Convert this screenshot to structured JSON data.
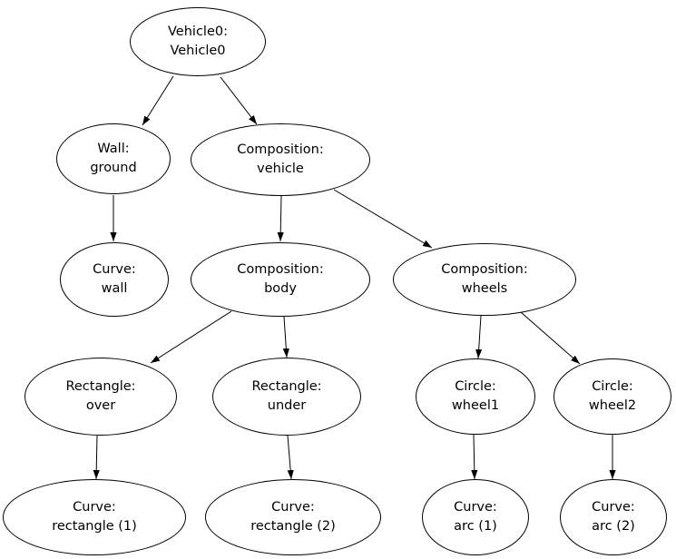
{
  "diagram": {
    "type": "graph-tree",
    "background_color": "#ffffff",
    "node_fill_color": "#ffffff",
    "node_stroke_color": "#000000",
    "edge_color": "#000000",
    "text_color": "#000000",
    "nodes": [
      {
        "id": "vehicle0",
        "line1": "Vehicle0:",
        "line2": "Vehicle0"
      },
      {
        "id": "wall-ground",
        "line1": "Wall:",
        "line2": "ground"
      },
      {
        "id": "composition-vehicle",
        "line1": "Composition:",
        "line2": "vehicle"
      },
      {
        "id": "curve-wall",
        "line1": "Curve:",
        "line2": "wall"
      },
      {
        "id": "composition-body",
        "line1": "Composition:",
        "line2": "body"
      },
      {
        "id": "composition-wheels",
        "line1": "Composition:",
        "line2": "wheels"
      },
      {
        "id": "rectangle-over",
        "line1": "Rectangle:",
        "line2": "over"
      },
      {
        "id": "rectangle-under",
        "line1": "Rectangle:",
        "line2": "under"
      },
      {
        "id": "circle-wheel1",
        "line1": "Circle:",
        "line2": "wheel1"
      },
      {
        "id": "circle-wheel2",
        "line1": "Circle:",
        "line2": "wheel2"
      },
      {
        "id": "curve-rectangle-1",
        "line1": "Curve:",
        "line2": "rectangle (1)"
      },
      {
        "id": "curve-rectangle-2",
        "line1": "Curve:",
        "line2": "rectangle (2)"
      },
      {
        "id": "curve-arc-1",
        "line1": "Curve:",
        "line2": "arc (1)"
      },
      {
        "id": "curve-arc-2",
        "line1": "Curve:",
        "line2": "arc (2)"
      }
    ],
    "edges": [
      {
        "from": "vehicle0",
        "to": "wall-ground"
      },
      {
        "from": "vehicle0",
        "to": "composition-vehicle"
      },
      {
        "from": "wall-ground",
        "to": "curve-wall"
      },
      {
        "from": "composition-vehicle",
        "to": "composition-body"
      },
      {
        "from": "composition-vehicle",
        "to": "composition-wheels"
      },
      {
        "from": "composition-body",
        "to": "rectangle-over"
      },
      {
        "from": "composition-body",
        "to": "rectangle-under"
      },
      {
        "from": "composition-wheels",
        "to": "circle-wheel1"
      },
      {
        "from": "composition-wheels",
        "to": "circle-wheel2"
      },
      {
        "from": "rectangle-over",
        "to": "curve-rectangle-1"
      },
      {
        "from": "rectangle-under",
        "to": "curve-rectangle-2"
      },
      {
        "from": "circle-wheel1",
        "to": "curve-arc-1"
      },
      {
        "from": "circle-wheel2",
        "to": "curve-arc-2"
      }
    ]
  }
}
